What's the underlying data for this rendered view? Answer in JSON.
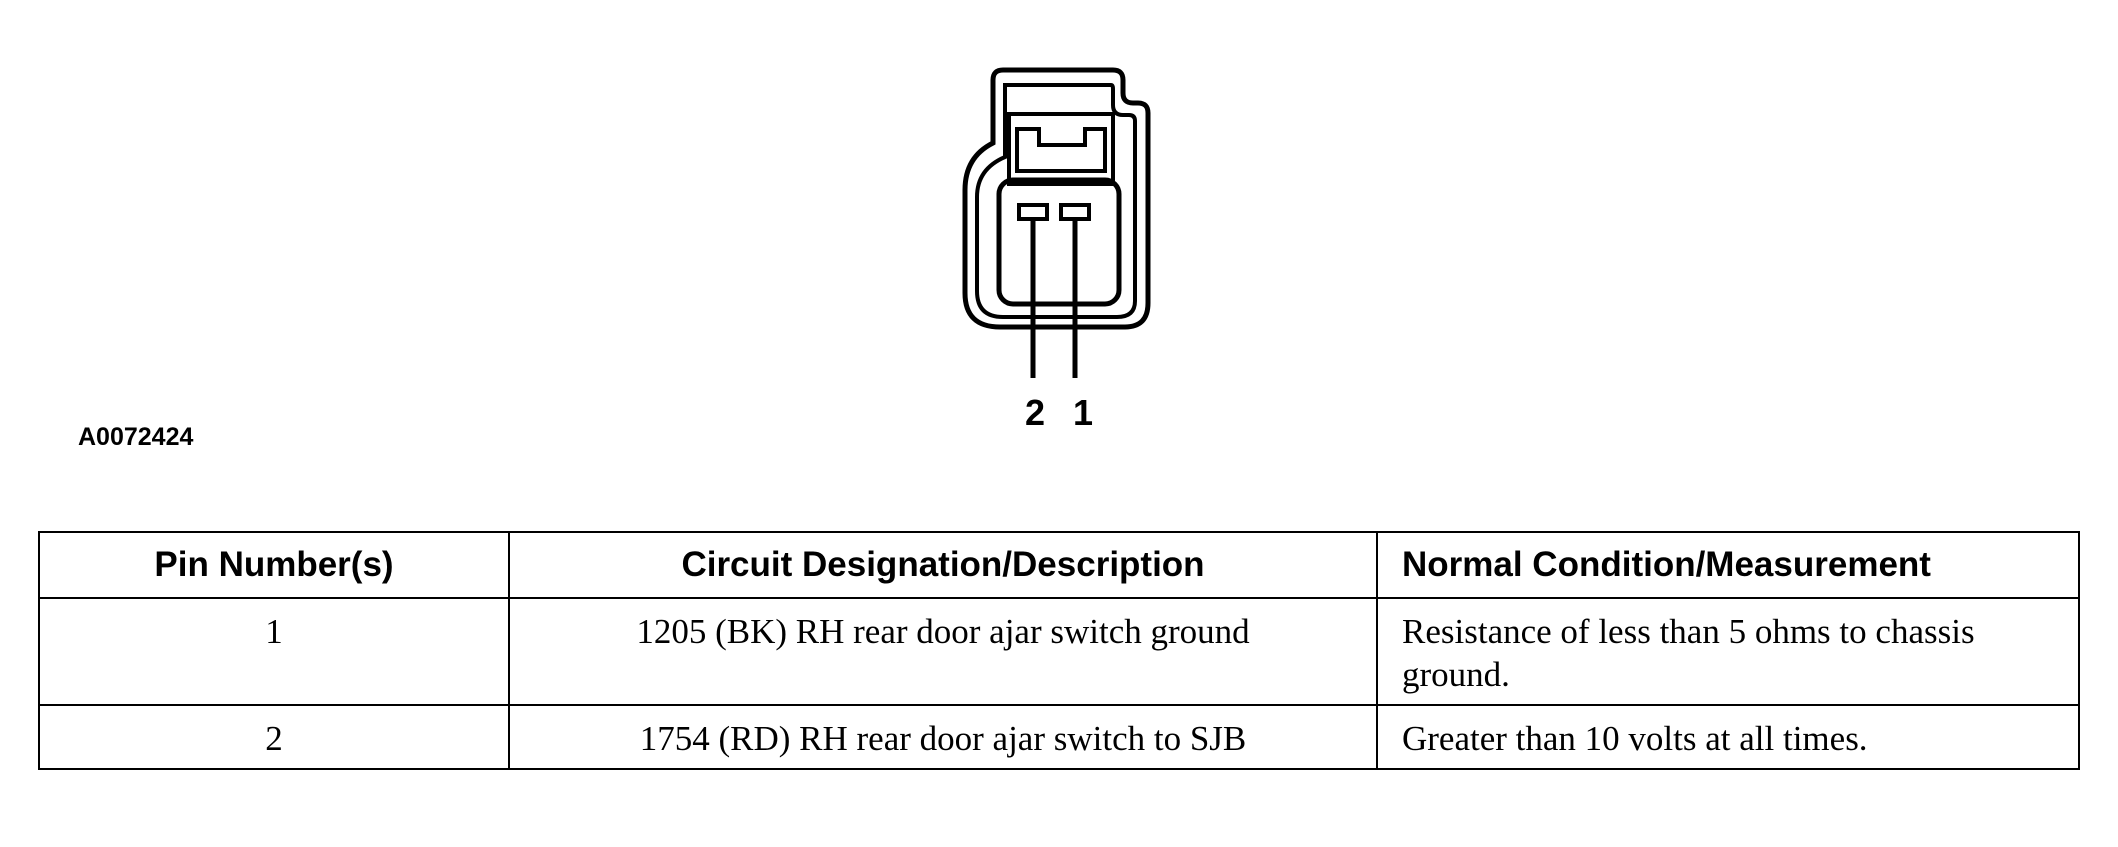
{
  "figure": {
    "id": "A0072424",
    "pin_labels": [
      "2",
      "1"
    ]
  },
  "table": {
    "headers": [
      "Pin Number(s)",
      "Circuit Designation/Description",
      "Normal Condition/Measurement"
    ],
    "rows": [
      {
        "pin": "1",
        "circuit": "1205 (BK) RH rear door ajar switch ground",
        "condition": "Resistance of less than 5 ohms to chassis ground."
      },
      {
        "pin": "2",
        "circuit": "1754 (RD) RH rear door ajar switch to SJB",
        "condition": "Greater than 10 volts at all times."
      }
    ]
  }
}
